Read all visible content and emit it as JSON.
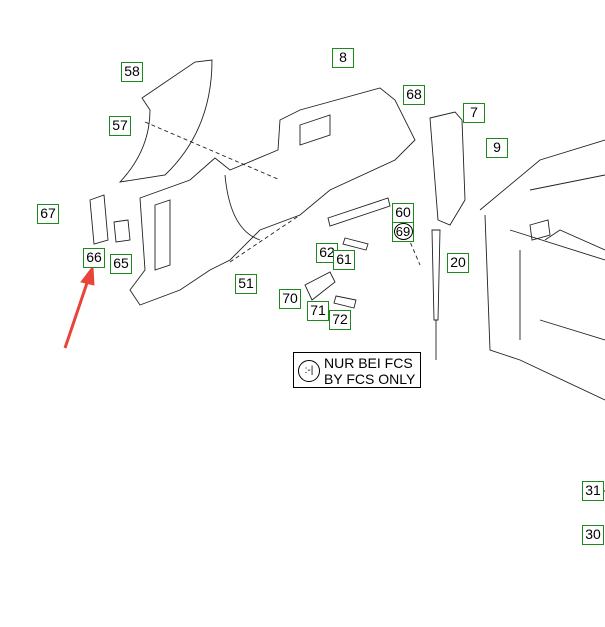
{
  "callouts": [
    "58",
    "57",
    "8",
    "68",
    "7",
    "9",
    "67",
    "66",
    "65",
    "60",
    "69",
    "62",
    "61",
    "20",
    "51",
    "70",
    "71",
    "72",
    "31",
    "30"
  ],
  "note": {
    "line1": "NUR BEI FCS",
    "line2": "BY FCS ONLY",
    "icon": "face-symbol-icon"
  },
  "colors": {
    "callout_border": "#1a8a1a",
    "arrow": "#e8443a"
  }
}
